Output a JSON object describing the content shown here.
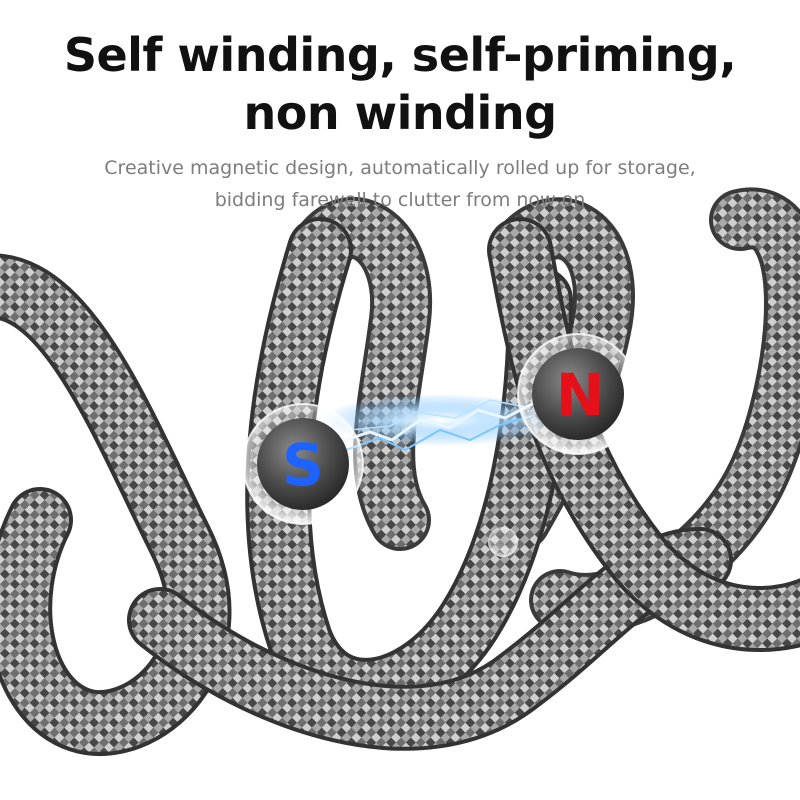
{
  "headline": {
    "line1": "Self winding, self-priming,",
    "line2": "non winding"
  },
  "subtitle": {
    "line1": "Creative magnetic design, automatically rolled up for storage,",
    "line2": "bidding farewell to clutter from now on"
  },
  "magnets": {
    "south": {
      "label": "S",
      "color": "#1e63ff"
    },
    "north": {
      "label": "N",
      "color": "#e6101a"
    }
  },
  "colors": {
    "cable_dark": "#3c3c3c",
    "cable_mid": "#8a8a8a",
    "cable_light": "#d8d8d8",
    "spark": "#9fd4ff"
  },
  "icons": [
    "coiled-braided-cable",
    "magnet-s-pole-icon",
    "magnet-n-pole-icon",
    "lightning-spark"
  ]
}
